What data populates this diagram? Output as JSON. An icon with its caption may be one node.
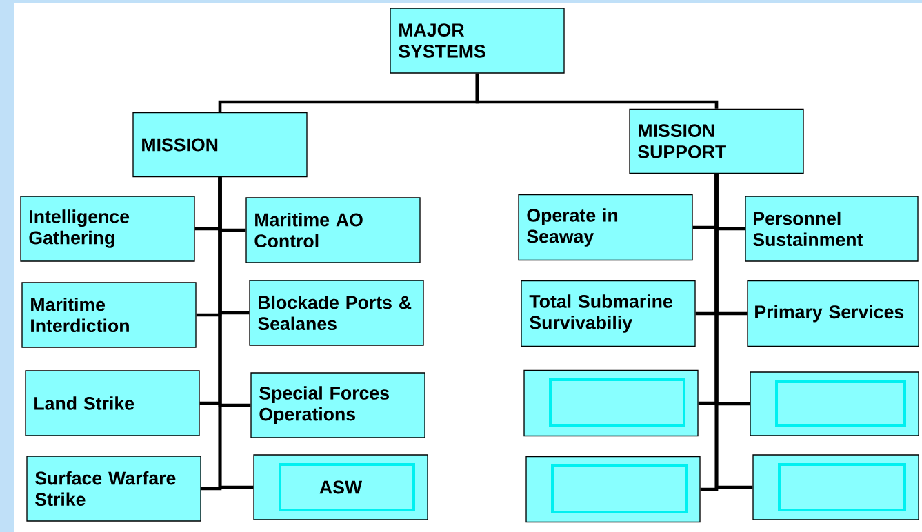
{
  "diagram": {
    "nodes": [
      {
        "text": [
          "MAJOR SYSTEMS"
        ]
      },
      {
        "text": [
          "MISSION"
        ]
      },
      {
        "text": [
          "MISSION SUPPORT"
        ]
      },
      {
        "text": [
          "Intelligence Gathering"
        ]
      },
      {
        "text": [
          "Maritime AO Control"
        ]
      },
      {
        "text": [
          "Maritime Interdiction"
        ]
      },
      {
        "text": [
          "Blockade Ports & Sealanes"
        ]
      },
      {
        "text": [
          "Land Strike"
        ]
      },
      {
        "text": [
          "Special Forces Operations"
        ]
      },
      {
        "text": [
          "Surface Warfare Strike"
        ]
      },
      {
        "text": [
          "ASW"
        ]
      },
      {
        "text": [
          "Operate in Seaway"
        ]
      },
      {
        "text": [
          "Personnel Sustainment"
        ]
      },
      {
        "text": [
          "Total Submarine Survivabiliy"
        ]
      },
      {
        "text": [
          "Primary Services"
        ]
      },
      {
        "text": [],
        "shape": "box"
      },
      {
        "text": [],
        "shape": "box"
      },
      {
        "text": [],
        "shape": "box"
      },
      {
        "text": [],
        "shape": "box"
      }
    ],
    "edges": [
      {
        "from": 0,
        "to": 1,
        "arrow": "none"
      },
      {
        "from": 0,
        "to": 2,
        "arrow": "none"
      },
      {
        "from": 1,
        "to": 3,
        "arrow": "none"
      },
      {
        "from": 1,
        "to": 4,
        "arrow": "none"
      },
      {
        "from": 1,
        "to": 5,
        "arrow": "none"
      },
      {
        "from": 1,
        "to": 6,
        "arrow": "none"
      },
      {
        "from": 1,
        "to": 7,
        "arrow": "none"
      },
      {
        "from": 1,
        "to": 8,
        "arrow": "none"
      },
      {
        "from": 1,
        "to": 9,
        "arrow": "none"
      },
      {
        "from": 1,
        "to": 10,
        "arrow": "none"
      },
      {
        "from": 2,
        "to": 11,
        "arrow": "none"
      },
      {
        "from": 2,
        "to": 12,
        "arrow": "none"
      },
      {
        "from": 2,
        "to": 13,
        "arrow": "none"
      },
      {
        "from": 2,
        "to": 14,
        "arrow": "none"
      },
      {
        "from": 2,
        "to": 15,
        "arrow": "none"
      },
      {
        "from": 2,
        "to": 16,
        "arrow": "none"
      },
      {
        "from": 2,
        "to": 17,
        "arrow": "none"
      },
      {
        "from": 2,
        "to": 18,
        "arrow": "none"
      }
    ]
  }
}
